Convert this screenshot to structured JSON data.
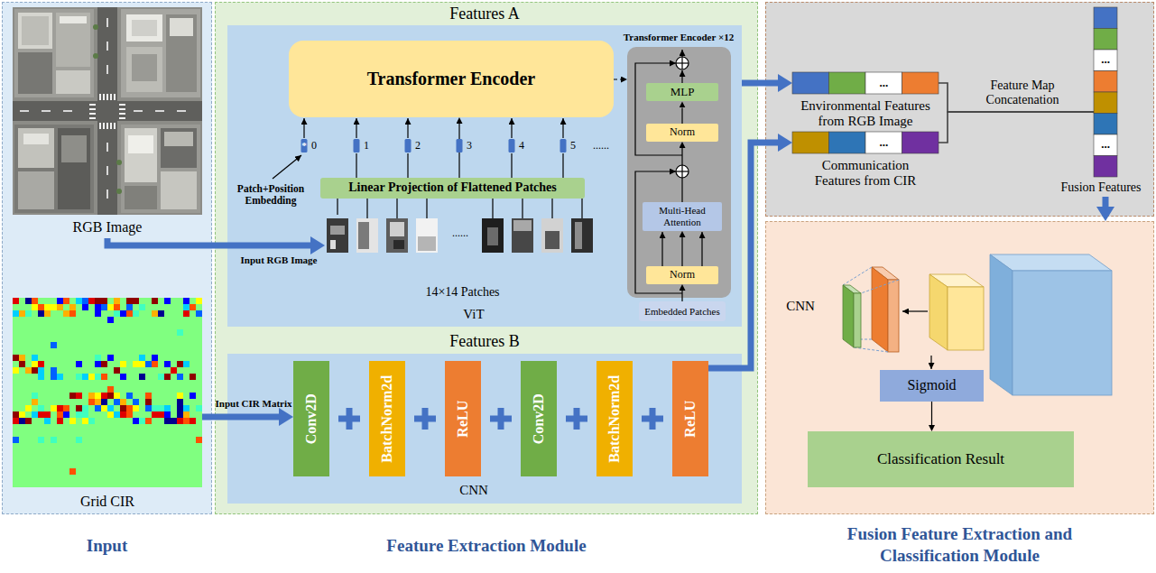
{
  "diagram": {
    "nodes": [
      {
        "text": [
          "Input"
        ]
      },
      {
        "text": [
          "RGB Image"
        ],
        "in": 0
      },
      {
        "text": [
          "Grid CIR"
        ],
        "in": 0
      },
      {
        "text": [
          "Feature Extraction Module"
        ]
      },
      {
        "text": [
          "Features A",
          "ViT"
        ],
        "in": 3
      },
      {
        "text": [
          "Transformer Encoder"
        ],
        "in": 4
      },
      {
        "text": [
          "Linear Projection of Flattened Patches"
        ],
        "in": 4
      },
      {
        "text": [
          "14×14 Patches"
        ],
        "in": 4
      },
      {
        "text": [
          "Transformer Encoder ×12"
        ],
        "in": 4
      },
      {
        "text": [
          "MLP"
        ],
        "in": 8
      },
      {
        "text": [
          "Norm"
        ],
        "in": 8
      },
      {
        "text": [
          "Multi-Head Attention"
        ],
        "in": 8
      },
      {
        "text": [
          "Norm"
        ],
        "in": 8
      },
      {
        "text": [
          "Embedded Patches"
        ],
        "in": 4
      },
      {
        "text": [
          "Features B",
          "CNN"
        ],
        "in": 3
      },
      {
        "text": [
          "Conv2D"
        ],
        "in": 14
      },
      {
        "text": [
          "BatchNorm2d"
        ],
        "in": 14
      },
      {
        "text": [
          "ReLU"
        ],
        "in": 14
      },
      {
        "text": [
          "Conv2D"
        ],
        "in": 14
      },
      {
        "text": [
          "BatchNorm2d"
        ],
        "in": 14
      },
      {
        "text": [
          "ReLU"
        ],
        "in": 14
      },
      {
        "text": [
          "Feature Map Concatenation"
        ]
      },
      {
        "text": [
          "Environmental Features from RGB Image"
        ],
        "in": 21
      },
      {
        "text": [
          "Communication Features from CIR"
        ],
        "in": 21
      },
      {
        "text": [
          "Fusion Features"
        ],
        "in": 21
      },
      {
        "text": [
          "Fusion Feature Extraction and Classification Module"
        ]
      },
      {
        "text": [
          "Sigmoid"
        ],
        "in": 25
      },
      {
        "text": [
          "Classification Result"
        ],
        "in": 25
      }
    ],
    "edges": [
      {
        "from": 1,
        "to": 7,
        "arrow": "to"
      },
      {
        "from": 7,
        "to": 6,
        "arrow": "none"
      },
      {
        "from": 6,
        "to": 5,
        "arrow": "to"
      },
      {
        "from": 5,
        "to": 8,
        "arrow": "to"
      },
      {
        "from": 13,
        "to": 12,
        "arrow": "to"
      },
      {
        "from": 12,
        "to": 11,
        "arrow": "to"
      },
      {
        "from": 11,
        "to": 10,
        "arrow": "to"
      },
      {
        "from": 10,
        "to": 9,
        "arrow": "to"
      },
      {
        "from": 2,
        "to": 15,
        "arrow": "to"
      },
      {
        "from": 4,
        "to": 22,
        "arrow": "to"
      },
      {
        "from": 20,
        "to": 23,
        "arrow": "to"
      },
      {
        "from": 22,
        "to": 24,
        "arrow": "none"
      },
      {
        "from": 23,
        "to": 24,
        "arrow": "none"
      },
      {
        "from": 24,
        "to": 25,
        "arrow": "to"
      },
      {
        "from": 26,
        "to": 27,
        "arrow": "to"
      }
    ],
    "labels": [
      "*",
      "0",
      "1",
      "2",
      "3",
      "4",
      "5",
      "......",
      "......",
      "Patch+Position Embedding",
      "Input RGB Image",
      "Input CIR Matrix",
      "CNN",
      "...",
      "...",
      "...",
      "..."
    ]
  }
}
